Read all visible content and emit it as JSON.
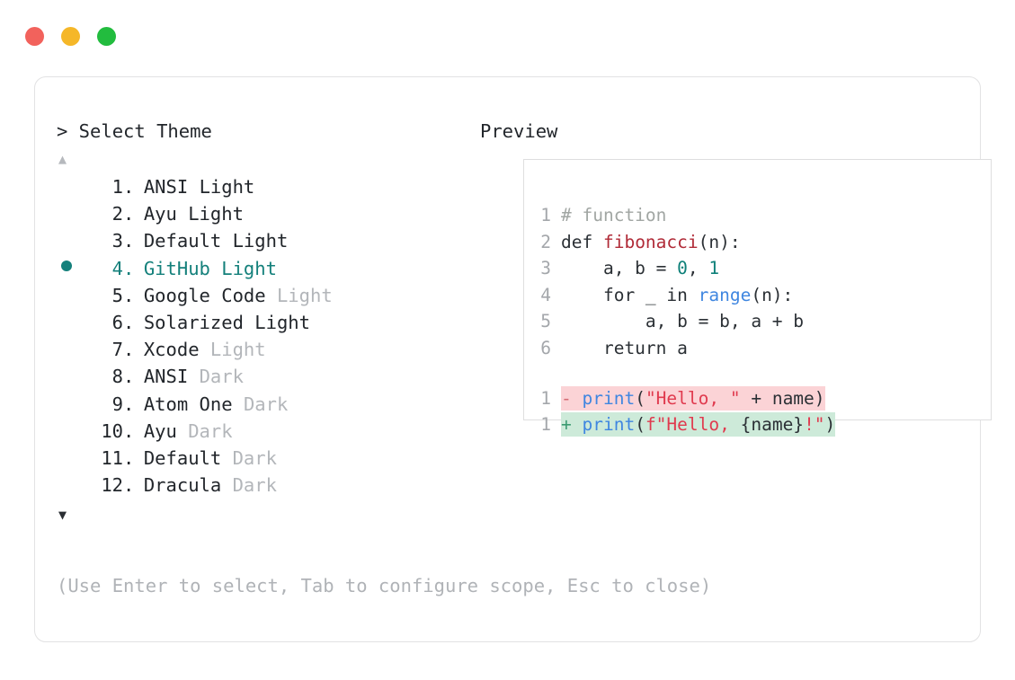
{
  "window": {
    "traffic_lights": [
      {
        "name": "close",
        "color": "#f2625c"
      },
      {
        "name": "minimize",
        "color": "#f5b728"
      },
      {
        "name": "maximize",
        "color": "#22bc3e"
      }
    ]
  },
  "prompt": {
    "title": "> Select Theme",
    "scroll_up_indicator": "▲",
    "scroll_down_indicator": "▼",
    "hint": "(Use Enter to select, Tab to configure scope, Esc to close)"
  },
  "theme_list": {
    "selected_index": 4,
    "selected_bullet": "●",
    "items": [
      {
        "index": "1",
        "dot": ".",
        "name": "ANSI",
        "variant": "Light",
        "variant_strong": true,
        "selected": false
      },
      {
        "index": "2",
        "dot": ".",
        "name": "Ayu",
        "variant": "Light",
        "variant_strong": true,
        "selected": false
      },
      {
        "index": "3",
        "dot": ".",
        "name": "Default",
        "variant": "Light",
        "variant_strong": true,
        "selected": false
      },
      {
        "index": "4",
        "dot": ".",
        "name": "GitHub",
        "variant": "Light",
        "variant_strong": true,
        "selected": true
      },
      {
        "index": "5",
        "dot": ".",
        "name": "Google Code",
        "variant": "Light",
        "variant_strong": false,
        "selected": false
      },
      {
        "index": "6",
        "dot": ".",
        "name": "Solarized",
        "variant": "Light",
        "variant_strong": true,
        "selected": false
      },
      {
        "index": "7",
        "dot": ".",
        "name": "Xcode",
        "variant": "Light",
        "variant_strong": false,
        "selected": false
      },
      {
        "index": "8",
        "dot": ".",
        "name": "ANSI",
        "variant": "Dark",
        "variant_strong": false,
        "selected": false
      },
      {
        "index": "9",
        "dot": ".",
        "name": "Atom One",
        "variant": "Dark",
        "variant_strong": false,
        "selected": false
      },
      {
        "index": "10",
        "dot": ".",
        "name": "Ayu",
        "variant": "Dark",
        "variant_strong": false,
        "selected": false
      },
      {
        "index": "11",
        "dot": ".",
        "name": "Default",
        "variant": "Dark",
        "variant_strong": false,
        "selected": false
      },
      {
        "index": "12",
        "dot": ".",
        "name": "Dracula",
        "variant": "Dark",
        "variant_strong": false,
        "selected": false
      }
    ]
  },
  "preview": {
    "title": "Preview",
    "code_lines": [
      {
        "ln": "1",
        "tokens": [
          {
            "t": "# function",
            "c": "comment"
          }
        ]
      },
      {
        "ln": "2",
        "tokens": [
          {
            "t": "def ",
            "c": "kw"
          },
          {
            "t": "fibonacci",
            "c": "fn"
          },
          {
            "t": "(n):",
            "c": "plain"
          }
        ]
      },
      {
        "ln": "3",
        "tokens": [
          {
            "t": "    a, b = ",
            "c": "plain"
          },
          {
            "t": "0",
            "c": "num"
          },
          {
            "t": ", ",
            "c": "plain"
          },
          {
            "t": "1",
            "c": "num"
          }
        ]
      },
      {
        "ln": "4",
        "tokens": [
          {
            "t": "    for _ in ",
            "c": "plain"
          },
          {
            "t": "range",
            "c": "builtin"
          },
          {
            "t": "(n):",
            "c": "plain"
          }
        ]
      },
      {
        "ln": "5",
        "tokens": [
          {
            "t": "        a, b = b, a + b",
            "c": "plain"
          }
        ]
      },
      {
        "ln": "6",
        "tokens": [
          {
            "t": "    return a",
            "c": "plain"
          }
        ]
      }
    ],
    "diff_lines": [
      {
        "ln": "1",
        "kind": "removed",
        "sign": "-",
        "tokens": [
          {
            "t": "print",
            "c": "builtin"
          },
          {
            "t": "(",
            "c": "plain"
          },
          {
            "t": "\"Hello, \"",
            "c": "str"
          },
          {
            "t": " + name)",
            "c": "plain"
          }
        ]
      },
      {
        "ln": "1",
        "kind": "added",
        "sign": "+",
        "tokens": [
          {
            "t": "print",
            "c": "builtin"
          },
          {
            "t": "(",
            "c": "plain"
          },
          {
            "t": "f\"Hello, ",
            "c": "str"
          },
          {
            "t": "{name}",
            "c": "plain"
          },
          {
            "t": "!\"",
            "c": "str"
          },
          {
            "t": ")",
            "c": "plain"
          }
        ]
      }
    ]
  },
  "colors": {
    "accent_teal": "#14807b",
    "diff_removed_bg": "#fbd3d6",
    "diff_added_bg": "#cdead9",
    "muted_text": "#b3b6ba",
    "body_text": "#22262b"
  }
}
